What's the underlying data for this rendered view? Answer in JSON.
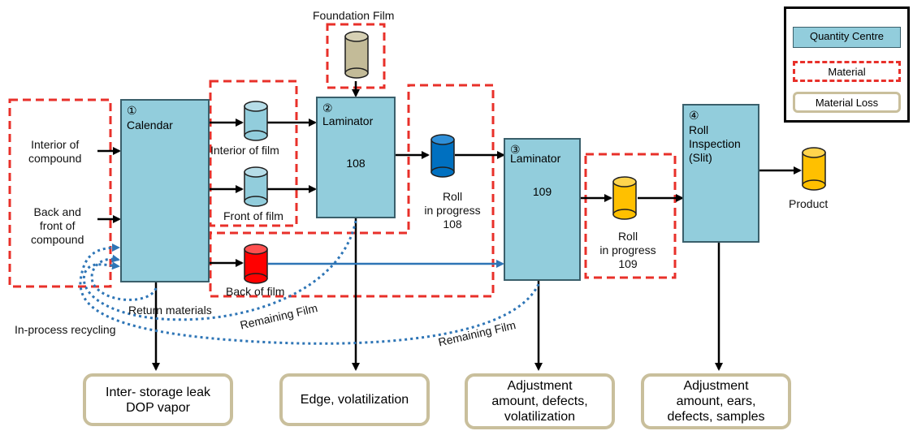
{
  "legend": {
    "quantity_centre": "Quantity Centre",
    "material": "Material",
    "material_loss": "Material Loss"
  },
  "colors": {
    "quantity_centre_fill": "#92cddc",
    "material_border": "#e8302a",
    "loss_border": "#c9bf9c",
    "flow_blue": "#2e75b6",
    "recycle_dotted": "#2e75b6"
  },
  "inputs": {
    "interior_of_compound": "Interior of\ncompound",
    "back_front_of_compound": "Back and\nfront of\ncompound"
  },
  "centres": {
    "calendar": {
      "num": "①",
      "name": "Calendar",
      "value": ""
    },
    "laminator_108": {
      "num": "②",
      "name": "Laminator",
      "value": "108"
    },
    "laminator_109": {
      "num": "③",
      "name": "Laminator",
      "value": "109"
    },
    "roll_inspection": {
      "num": "④",
      "name": "Roll\nInspection\n(Slit)",
      "value": ""
    }
  },
  "materials": {
    "foundation_film": "Foundation Film",
    "interior_of_film": "Interior of film",
    "front_of_film": "Front of film",
    "back_of_film": "Back of film",
    "roll_in_progress_108": "Roll\nin progress\n108",
    "roll_in_progress_109": "Roll\nin progress\n109",
    "product": "Product"
  },
  "recycling": {
    "return_materials": "Return materials",
    "in_process_recycling": "In-process recycling",
    "remaining_film_1": "Remaining Film",
    "remaining_film_2": "Remaining Film"
  },
  "losses": {
    "loss_1": "Inter- storage leak\nDOP vapor",
    "loss_2": "Edge, volatilization",
    "loss_3": "Adjustment\namount, defects,\nvolatilization",
    "loss_4": "Adjustment\namount, ears,\ndefects, samples"
  }
}
